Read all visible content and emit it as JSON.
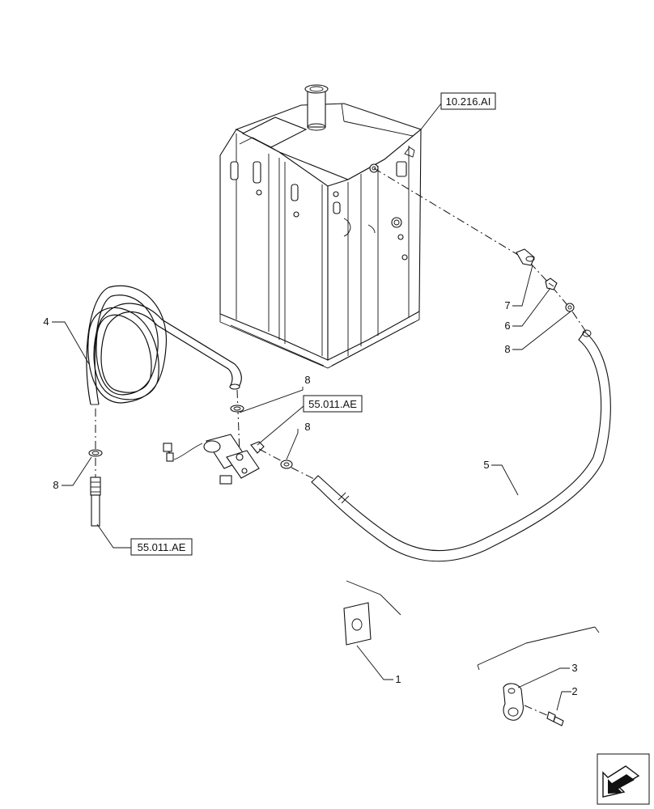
{
  "references": {
    "tank_ref": "10.216.AI",
    "pump_ref": "55.011.AE",
    "lower_ref": "55.011.AE"
  },
  "callouts": {
    "c1": "1",
    "c2": "2",
    "c3": "3",
    "c4": "4",
    "c5": "5",
    "c6": "6",
    "c7": "7",
    "c8a": "8",
    "c8b": "8",
    "c8c": "8",
    "c8d": "8"
  },
  "icons": {
    "nav": "arrow-icon"
  }
}
